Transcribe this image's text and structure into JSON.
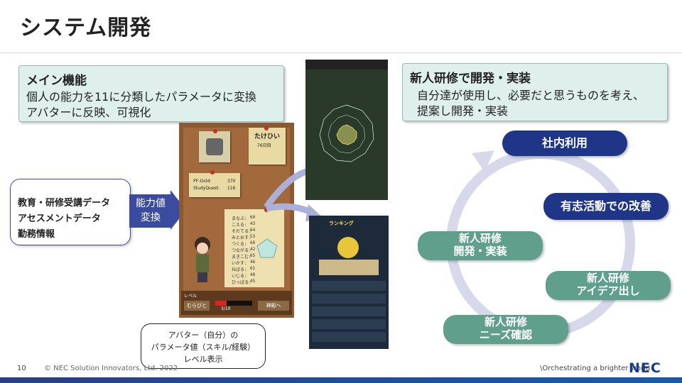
{
  "slide": {
    "title": "システム開発",
    "page_number": "10",
    "copyright": "© NEC Solution Innovators, Ltd. 2022",
    "tagline": "\\Orchestrating a brighter world",
    "logo": "NEC"
  },
  "main_box": {
    "heading": "メイン機能",
    "line1": "個人の能力を11に分類したパラメータに変換",
    "line2": "アバターに反映、可視化"
  },
  "inputs": {
    "item1": "教育・研修受講データ",
    "item2": "アセスメントデータ",
    "item3": "勤務情報"
  },
  "conversion_arrow": {
    "line1": "能力値",
    "line2": "変換"
  },
  "app": {
    "name_note": "たけひい",
    "days": "76日目",
    "pf_gold_label": "PF-Gold:",
    "pf_gold_value": "370",
    "studyquest_label": "StudyQuest:",
    "studyquest_value": "116",
    "stats": [
      {
        "label": "まなぶ:",
        "value": "60"
      },
      {
        "label": "こえる:",
        "value": "43"
      },
      {
        "label": "そだてる:",
        "value": "64"
      },
      {
        "label": "みとおす:",
        "value": "53"
      },
      {
        "label": "つくる:",
        "value": "66"
      },
      {
        "label": "つながる:",
        "value": "42"
      },
      {
        "label": "まきこむ:",
        "value": "65"
      },
      {
        "label": "いかす:",
        "value": "46"
      },
      {
        "label": "ねばる:",
        "value": "61"
      },
      {
        "label": "いじる:",
        "value": "48"
      },
      {
        "label": "ひっぱる:",
        "value": "45"
      }
    ],
    "level_label": "レベル",
    "level_progress": "3/10",
    "button_left": "むらびと",
    "button_right": "神殿へ"
  },
  "ranking_screen": {
    "title": "ランキング"
  },
  "callout": {
    "line1": "アバター（自分）の",
    "line2": "パラメータ値（スキル/経験）",
    "line3": "レベル表示"
  },
  "dev_box": {
    "heading": "新人研修で開発・実装",
    "line1": "自分達が使用し、必要だと思うものを考え、",
    "line2": "提案し開発・実装"
  },
  "cycle": {
    "internal_use": "社内利用",
    "volunteer_improve": "有志活動での改善",
    "training_idea_top": "新人研修",
    "training_idea_bottom": "アイデア出し",
    "training_needs_top": "新人研修",
    "training_needs_bottom": "ニーズ確認",
    "training_dev_top": "新人研修",
    "training_dev_bottom": "開発・実装"
  },
  "colors": {
    "navy": "#1f3588",
    "green": "#5f9f8c",
    "mint": "#dff0ec",
    "ring": "#d7d8ea"
  }
}
